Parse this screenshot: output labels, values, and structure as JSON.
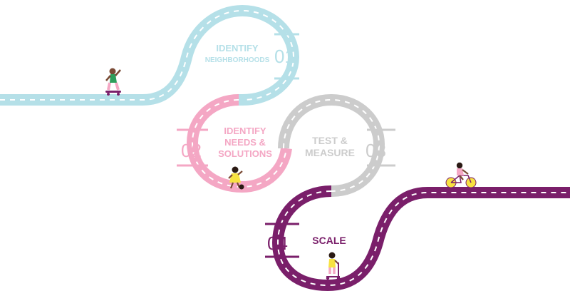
{
  "colors": {
    "step1": "#b5e0e8",
    "step2": "#f4a7c4",
    "step3": "#cccccc",
    "step4": "#7a1f6a",
    "dash": "#ffffff",
    "skin": "#7a4a35",
    "shirt_green": "#2e9e5b",
    "pants_pink": "#f4a7c4",
    "dress_yellow": "#f7e241",
    "wheel_yellow": "#f7e241",
    "hair_dark": "#2a1a14"
  },
  "steps": [
    {
      "number": "01",
      "title_lines": [
        "IDENTIFY",
        "NEIGHBORHOODS"
      ],
      "icon": "skateboarder-icon"
    },
    {
      "number": "02",
      "title_lines": [
        "IDENTIFY",
        "NEEDS &",
        "SOLUTIONS"
      ],
      "icon": "soccer-player-icon"
    },
    {
      "number": "03",
      "title_lines": [
        "TEST &",
        "MEASURE"
      ],
      "icon": ""
    },
    {
      "number": "04",
      "title_lines": [
        "SCALE"
      ],
      "icon": "scooter-rider-icon"
    }
  ],
  "extra_icons": [
    "cyclist-icon"
  ]
}
